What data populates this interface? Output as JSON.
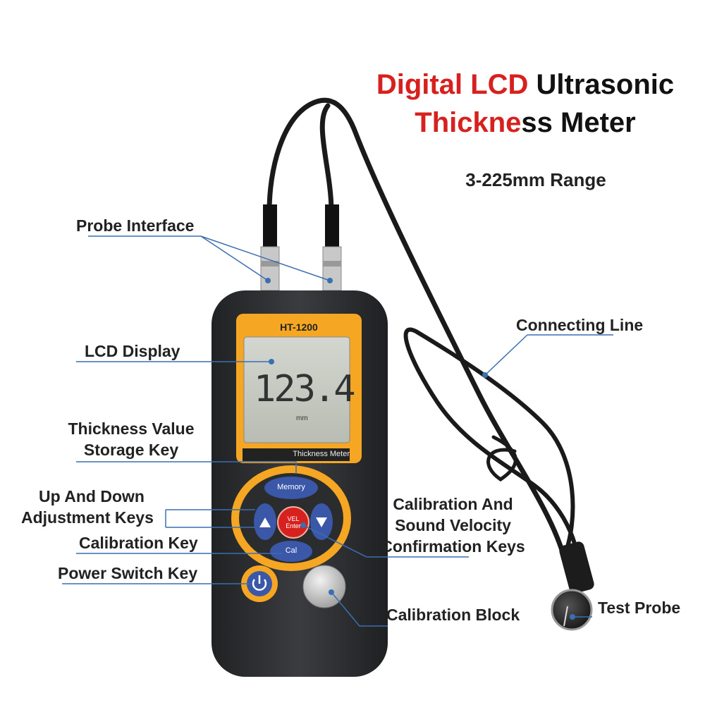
{
  "title": {
    "line1_red": "Digital LCD",
    "line1_black": "Ultrasonic",
    "line2_red": "Thickne",
    "line2_black": "ss Meter"
  },
  "subtitle": "3-225mm Range",
  "device": {
    "model": "HT-1200",
    "reading": "123.4",
    "unit": "mm",
    "panel_label": "Thickness Meter",
    "keys": {
      "memory": "Memory",
      "vel_enter_1": "VEL",
      "vel_enter_2": "Enter",
      "cal": "Cal"
    }
  },
  "labels": {
    "probe_interface": "Probe Interface",
    "lcd_display": "LCD Display",
    "thickness_value_1": "Thickness Value",
    "thickness_value_2": "Storage Key",
    "up_down_1": "Up And Down",
    "up_down_2": "Adjustment Keys",
    "calibration_key": "Calibration Key",
    "power_switch": "Power Switch Key",
    "connecting_line": "Connecting Line",
    "cal_sound_1": "Calibration And",
    "cal_sound_2": "Sound Velocity",
    "cal_sound_3": "Confirmation Keys",
    "calibration_block": "Calibration Block",
    "test_probe": "Test Probe"
  },
  "colors": {
    "accent_red": "#d6211e",
    "device_body": "#2e3032",
    "device_orange": "#f5a623",
    "lcd_bg": "#c9cdc4",
    "leader_line": "#3a6fb0"
  }
}
